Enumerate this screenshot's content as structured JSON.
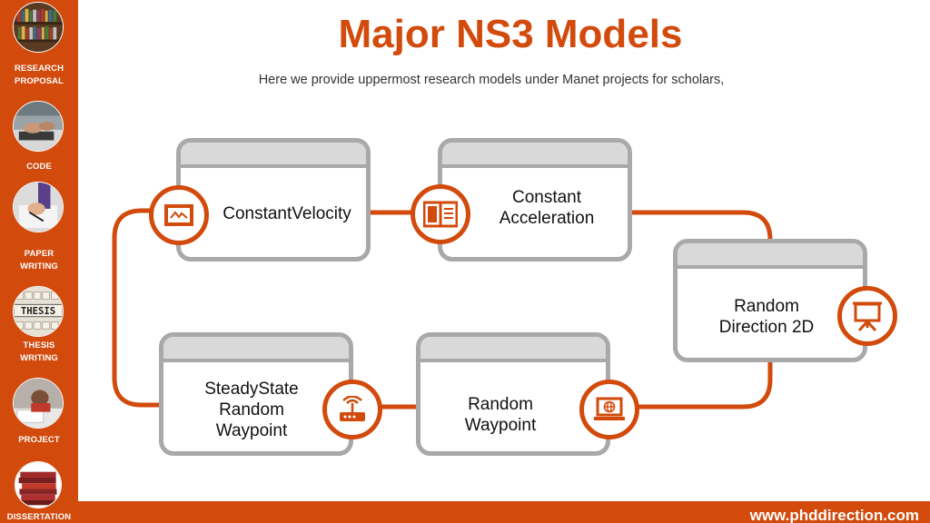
{
  "sidebar": {
    "items": [
      {
        "label": "RESEARCH PROPOSAL",
        "icon": "bookshelf-icon"
      },
      {
        "label": "CODE",
        "icon": "typing-hands-icon"
      },
      {
        "label": "PAPER WRITING",
        "icon": "pen-writing-icon"
      },
      {
        "label": "THESIS WRITING",
        "icon": "thesis-letters-icon"
      },
      {
        "label": "PROJECT",
        "icon": "study-desk-icon"
      },
      {
        "label": "DISSERTATION",
        "icon": "book-stack-icon"
      }
    ]
  },
  "header": {
    "title": "Major NS3 Models",
    "subtitle": "Here we provide uppermost research models under Manet projects for scholars,"
  },
  "models": [
    {
      "label": "ConstantVelocity",
      "icon": "tablet-icon"
    },
    {
      "label": "Constant Acceleration",
      "icon": "open-book-icon"
    },
    {
      "label": "Random Direction 2D",
      "icon": "presentation-board-icon"
    },
    {
      "label": "Random Waypoint",
      "icon": "laptop-globe-icon"
    },
    {
      "label": "SteadyState Random Waypoint",
      "icon": "router-icon"
    }
  ],
  "footer": {
    "url": "www.phddirection.com"
  },
  "colors": {
    "accent": "#d24a0c",
    "card_border": "#a9a9a9",
    "card_header": "#d9d9d9"
  }
}
